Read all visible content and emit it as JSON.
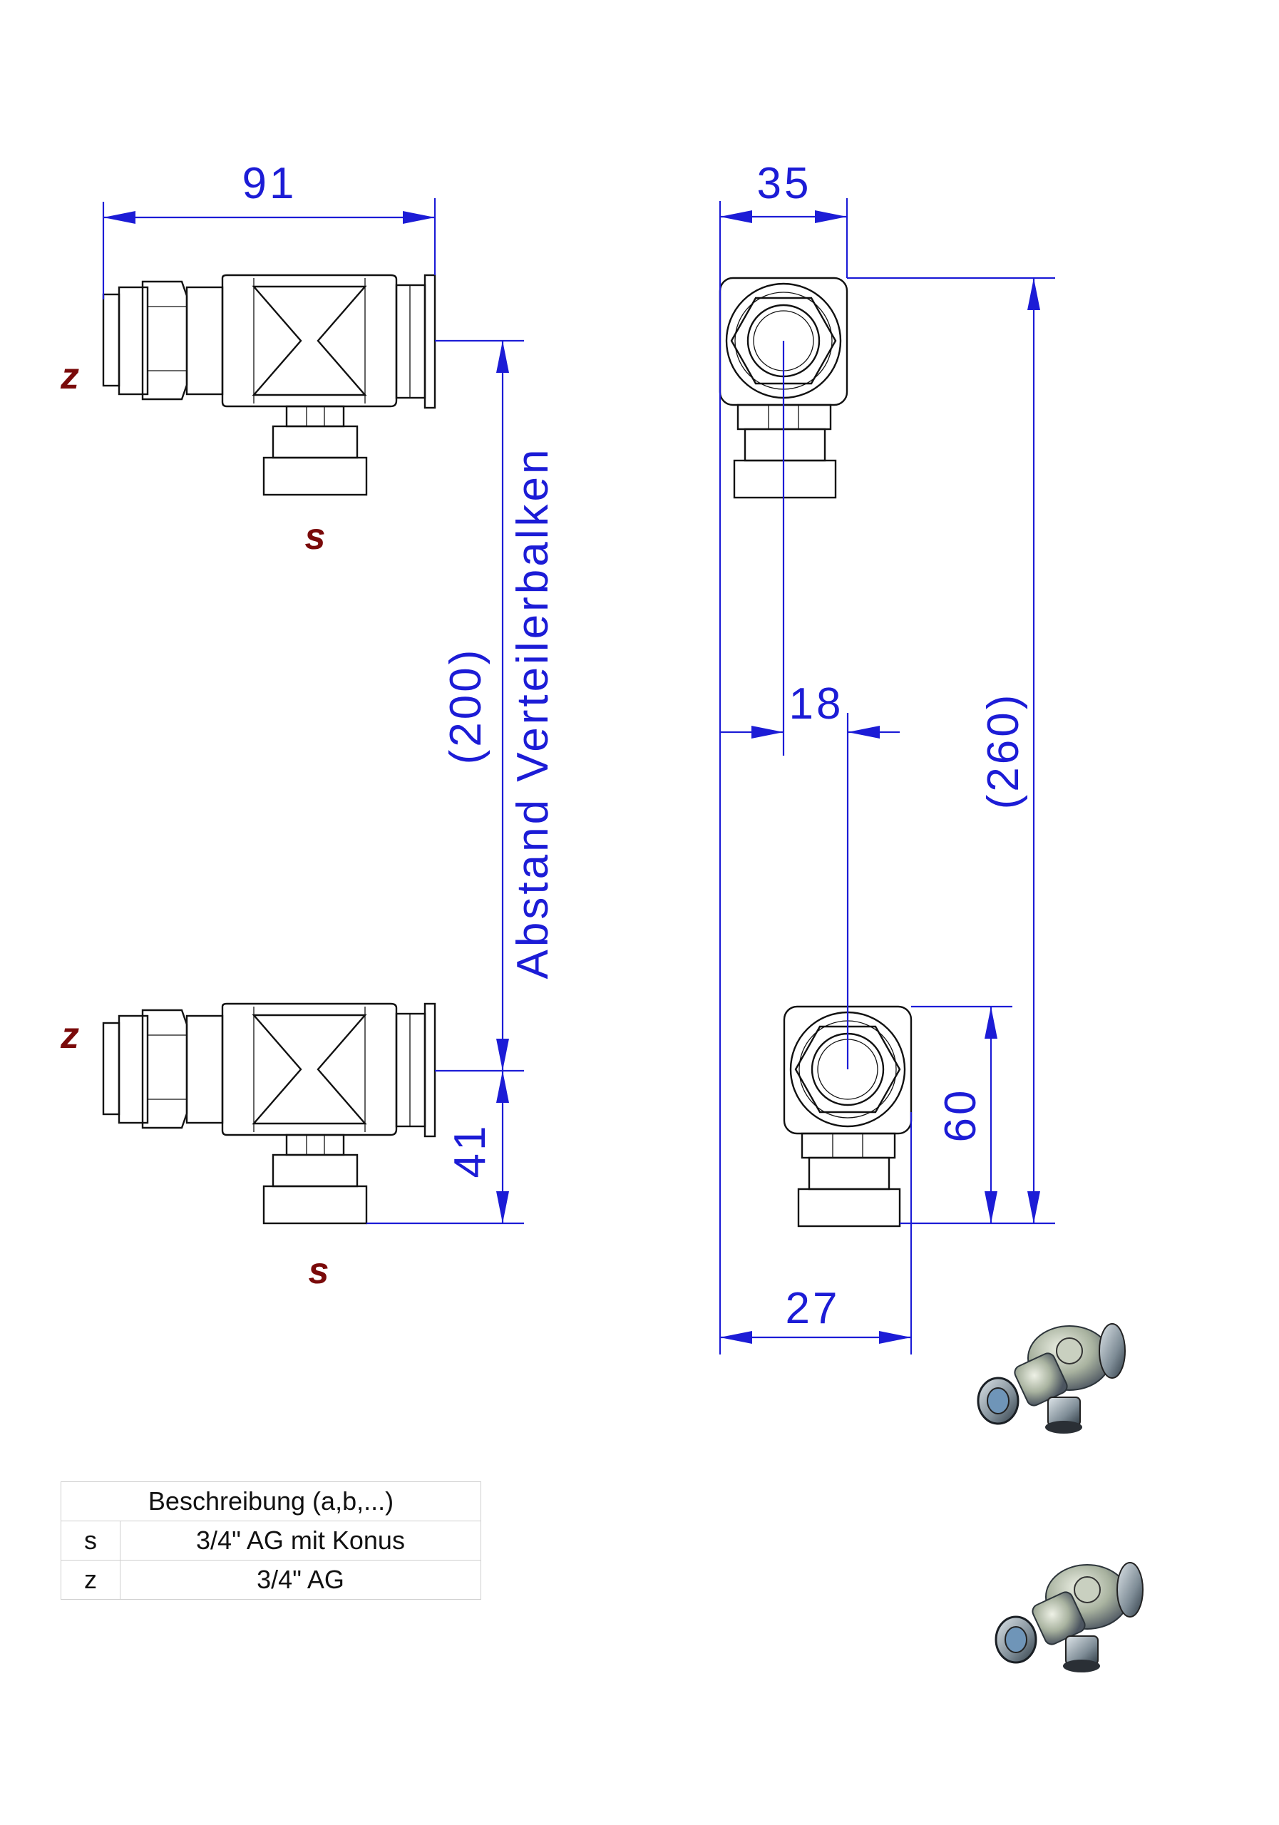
{
  "dimensions": {
    "width_front": "91",
    "depth_side": "35",
    "distance_value": "(200)",
    "distance_label": "Abstand Verteilerbalken",
    "height_total": "(260)",
    "offset": "18",
    "height_lower": "41",
    "height_block": "60",
    "depth_lower": "27"
  },
  "labels": {
    "z_top": "z",
    "s_top": "s",
    "z_bottom": "z",
    "s_bottom": "s"
  },
  "legend": {
    "header": "Beschreibung (a,b,...)",
    "rows": [
      {
        "key": "s",
        "description": "3/4\" AG mit Konus"
      },
      {
        "key": "z",
        "description": "3/4\" AG"
      }
    ]
  },
  "colors": {
    "dimension": "#1c1cd6",
    "label": "#7a0a0a",
    "part_outline": "#111111"
  }
}
